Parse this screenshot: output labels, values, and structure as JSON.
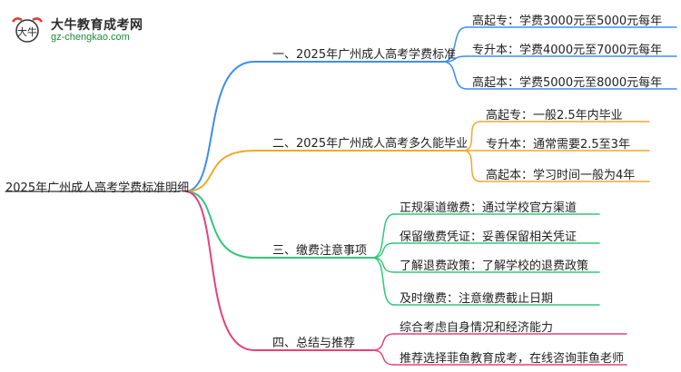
{
  "logo": {
    "title": "大牛教育成考网",
    "url": "gz-chengkao.com",
    "mark_text": "大牛"
  },
  "root": "2025年广州成人高考学费标准明细",
  "colors": {
    "branch1": "#3d8ef0",
    "branch2": "#f0a92e",
    "branch3": "#34c77a",
    "branch4": "#e8407a",
    "root_line": "#555555"
  },
  "branches": [
    {
      "label": "一、2025年广州成人高考学费标准",
      "children": [
        "高起专：学费3000元至5000元每年",
        "专升本：学费4000元至7000元每年",
        "高起本：学费5000元至8000元每年"
      ]
    },
    {
      "label": "二、2025年广州成人高考多久能毕业",
      "children": [
        "高起专：一般2.5年内毕业",
        "专升本：通常需要2.5至3年",
        "高起本：学习时间一般为4年"
      ]
    },
    {
      "label": "三、缴费注意事项",
      "children": [
        "正规渠道缴费：通过学校官方渠道",
        "保留缴费凭证：妥善保留相关凭证",
        "了解退费政策：了解学校的退费政策",
        "及时缴费：注意缴费截止日期"
      ]
    },
    {
      "label": "四、总结与推荐",
      "children": [
        "综合考虑自身情况和经济能力",
        "推荐选择菲鱼教育成考，在线咨询菲鱼老师"
      ]
    }
  ]
}
